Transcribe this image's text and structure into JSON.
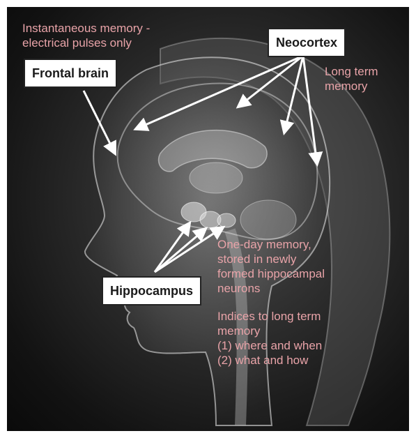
{
  "labels": {
    "instantaneous": [
      "Instantaneous memory -",
      "electrical pulses only"
    ],
    "frontal_brain": "Frontal brain",
    "neocortex": "Neocortex",
    "long_term": [
      "Long term",
      "memory"
    ],
    "one_day": [
      "One-day memory,",
      "stored in newly",
      "formed hippocampal",
      "neurons"
    ],
    "hippocampus": "Hippocampus",
    "indices": [
      "Indices to long term",
      "memory",
      "(1) where and when",
      "(2) what and how"
    ]
  },
  "colors": {
    "annotation_text": "#e8a3a8",
    "arrow": "#ffffff",
    "box_background": "#ffffff",
    "background": "#1a1a1a"
  }
}
